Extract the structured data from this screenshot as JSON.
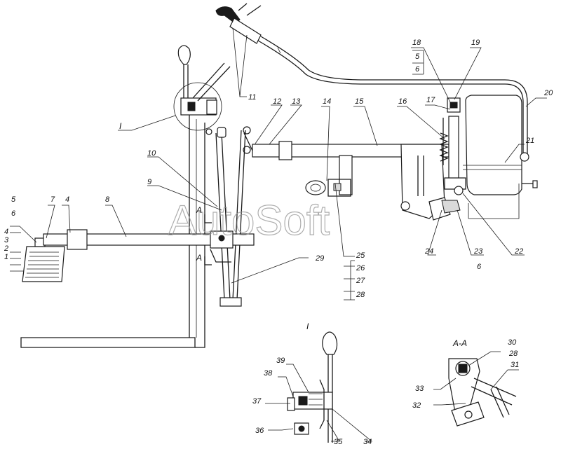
{
  "watermark": "AutoSoft",
  "view_labels": {
    "detail_main": "I",
    "detail_inset": "I",
    "section_main_upper": "A",
    "section_main_lower": "A",
    "section_inset": "A-A"
  },
  "callouts": {
    "c1": "1",
    "c2": "2",
    "c3": "3",
    "c4a": "4",
    "c4b": "4",
    "c5a": "5",
    "c5b": "5",
    "c6a": "6",
    "c6b": "6",
    "c6c": "6",
    "c7": "7",
    "c8": "8",
    "c9": "9",
    "c10": "10",
    "c11": "11",
    "c12": "12",
    "c13": "13",
    "c14": "14",
    "c15": "15",
    "c16": "16",
    "c17": "17",
    "c18": "18",
    "c19": "19",
    "c20": "20",
    "c21": "21",
    "c22": "22",
    "c23": "23",
    "c24": "24",
    "c25": "25",
    "c26": "26",
    "c27": "27",
    "c28a": "28",
    "c28b": "28",
    "c29": "29",
    "c30": "30",
    "c31": "31",
    "c32": "32",
    "c33": "33",
    "c34": "34",
    "c35": "35",
    "c36": "36",
    "c37": "37",
    "c38": "38",
    "c39": "39"
  }
}
